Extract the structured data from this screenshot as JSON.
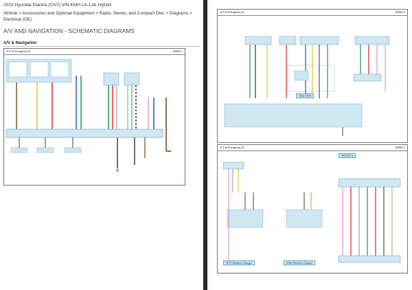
{
  "document": {
    "title": "2023 Hyundai Elantra (CN7) VIN KMH L4-1.6L Hybrid",
    "breadcrumb": "Vehicle > Accessories and Optional Equipment > Radio, Stereo, and Compact Disc > Diagrams > Electrical (OE)",
    "section_heading": "A/V AND NAVIGATION - SCHEMATIC DIAGRAMS",
    "sub_heading": "A/V & Navigation"
  },
  "sheets": [
    {
      "title": "A/V & Navigation (1)",
      "code": "SD965-1"
    },
    {
      "title": "A/V & Navigation (2)",
      "code": "SD965-2",
      "callout": "With MTS"
    },
    {
      "title": "A/V & Navigation (3)",
      "code": "SD965-3",
      "callouts": [
        "W/O Wireless Charger",
        "With Wireless Charger",
        "W/O PCA"
      ]
    }
  ],
  "colors": {
    "page": "#ffffff",
    "spine": "#2b2b2b",
    "module_fill": "#cfe6f3",
    "module_border": "#6a9ec4",
    "wire_red": "#d9282f",
    "wire_yellow": "#e7c22a",
    "wire_blue": "#1e56b6",
    "wire_green": "#1f9c3f",
    "wire_brown": "#7a4b1e",
    "wire_black": "#111111",
    "wire_pink": "#e79ac4",
    "wire_gray": "#9a9a9a",
    "wire_lightgreen": "#8fd18a",
    "wire_orange": "#e58a2a"
  }
}
